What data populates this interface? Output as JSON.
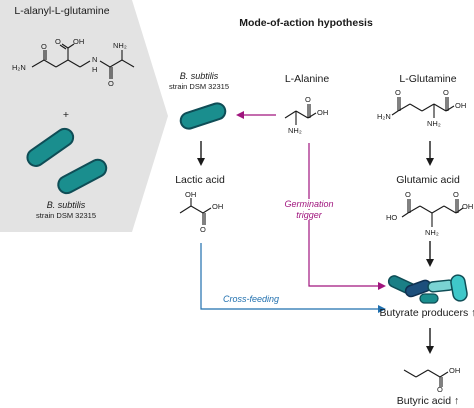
{
  "title": "Mode-of-action hypothesis",
  "left_panel": {
    "compound_name": "L-alanyl-L-glutamine",
    "plus": "+",
    "strain_name": "B. subtilis",
    "strain_id": "strain DSM 32315",
    "atoms": {
      "oh": "OH",
      "o1": "O",
      "o2": "O",
      "o3": "O",
      "n1": "N",
      "h1": "H",
      "nh2_left": "H₂N",
      "nh2_bottom": "NH₂"
    }
  },
  "bsubtilis": {
    "name": "B. subtilis",
    "strain": "strain DSM 32315"
  },
  "l_alanine": {
    "name": "L-Alanine",
    "atoms": {
      "oh": "OH",
      "o": "O",
      "nh2": "NH₂"
    }
  },
  "l_glutamine": {
    "name": "L-Glutamine",
    "atoms": {
      "h2n": "H₂N",
      "oh": "OH",
      "o1": "O",
      "o2": "O",
      "nh2": "NH₂"
    }
  },
  "lactic_acid": {
    "name": "Lactic acid",
    "atoms": {
      "oh_top": "OH",
      "oh_right": "OH",
      "o": "O"
    }
  },
  "glutamic_acid": {
    "name": "Glutamic acid",
    "atoms": {
      "ho": "HO",
      "oh": "OH",
      "o1": "O",
      "o2": "O",
      "nh2": "NH₂"
    }
  },
  "germination": {
    "line1": "Germination",
    "line2": "trigger"
  },
  "cross_feeding": "Cross-feeding",
  "butyrate_producers": "Butyrate producers ↑",
  "butyric_acid": {
    "name": "Butyric acid ↑",
    "atoms": {
      "oh": "OH",
      "o": "O"
    }
  },
  "colors": {
    "panel_gray": "#e3e3e3",
    "teal": "#1a8e8e",
    "teal_outline": "#0f4d56",
    "purple_arrow": "#a0157e",
    "blue_arrow": "#1f6fae",
    "pill_dark_teal": "#1a7f86",
    "pill_navy": "#1c4f7c",
    "pill_light_teal": "#7ad3d3",
    "pill_cyan": "#3fc7c9"
  }
}
